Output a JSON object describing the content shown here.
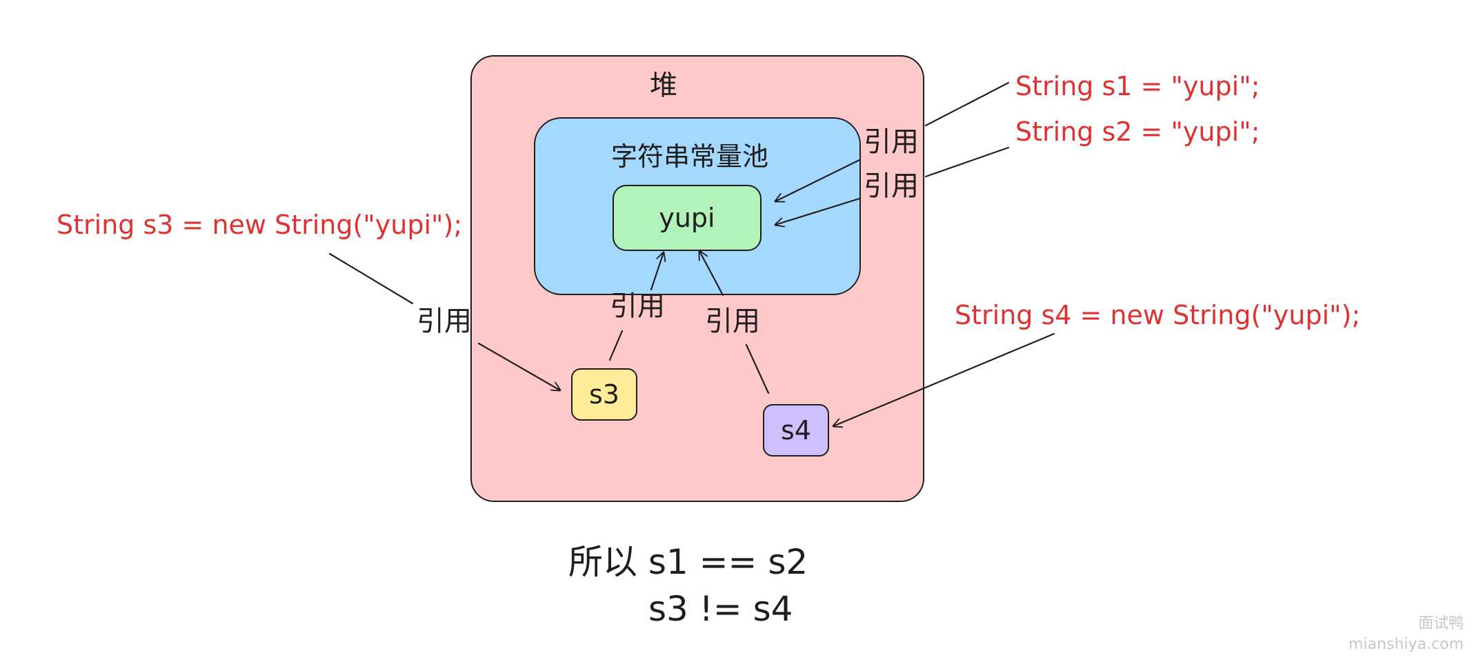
{
  "colors": {
    "heap_fill": "#ffc9c9",
    "pool_fill": "#a5d8ff",
    "yupi_fill": "#b2f2bb",
    "s3_fill": "#ffec99",
    "s4_fill": "#d0bfff",
    "code_text": "#e03131",
    "ink": "#1e1e1e"
  },
  "diagram": {
    "heap_label": "堆",
    "pool_label": "字符串常量池",
    "yupi_label": "yupi",
    "s3_label": "s3",
    "s4_label": "s4",
    "code_lines": {
      "s1": "String s1 = \"yupi\";",
      "s2": "String s2 = \"yupi\";",
      "s3": "String s3 = new String(\"yupi\");",
      "s4": "String s4 = new String(\"yupi\");"
    },
    "reference_label": "引用",
    "conclusion": {
      "line1": "所以 s1 == s2",
      "line2": "s3 != s4"
    }
  },
  "watermark": {
    "line1": "面试鸭",
    "line2": "mianshiya.com"
  }
}
